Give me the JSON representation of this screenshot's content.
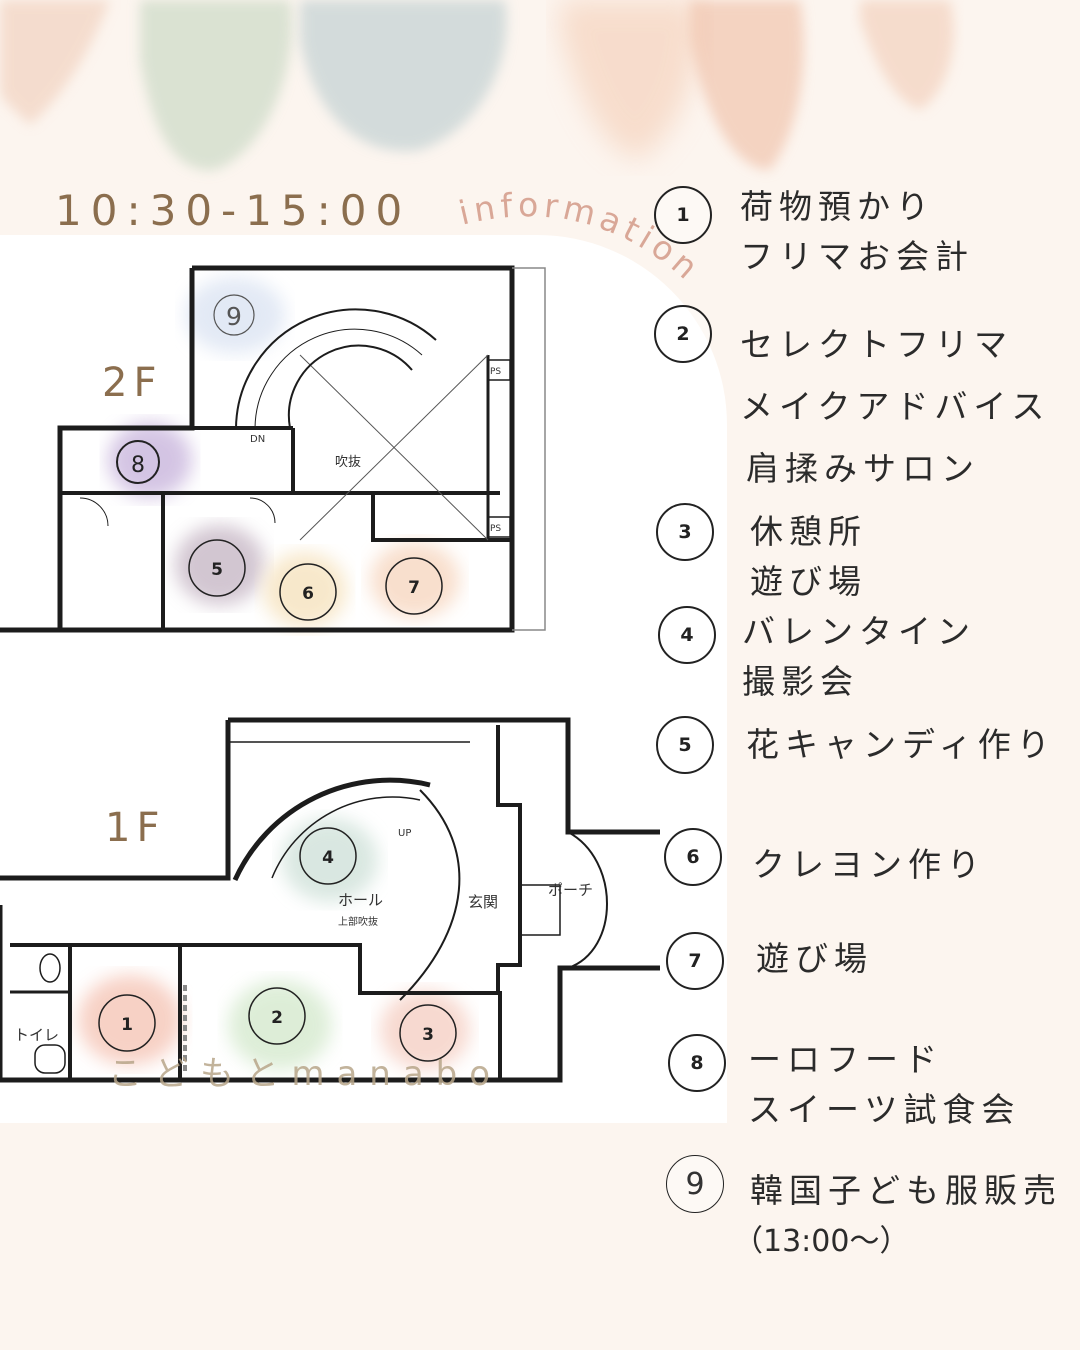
{
  "time": "10:30-15:00",
  "info_word": "information",
  "floors": {
    "second": "2F",
    "first": "1F"
  },
  "plan_labels": {
    "dn": "DN",
    "fukinuke": "吹抜",
    "ps": "PS",
    "up": "UP",
    "hall": "ホール",
    "hall_sub": "上部吹抜",
    "genkan": "玄関",
    "porch": "ポーチ",
    "toilet": "トイレ"
  },
  "plan_markers": [
    "1",
    "2",
    "3",
    "4",
    "5",
    "6",
    "7",
    "8",
    "9"
  ],
  "watermark": "こどもとmanabo",
  "legend": [
    {
      "num": "1",
      "lines": [
        "荷物預かり",
        "フリマお会計"
      ]
    },
    {
      "num": "2",
      "lines": [
        "セレクトフリマ",
        "メイクアドバイス",
        "肩揉みサロン"
      ]
    },
    {
      "num": "3",
      "lines": [
        "休憩所",
        "遊び場"
      ]
    },
    {
      "num": "4",
      "lines": [
        "バレンタイン",
        "撮影会"
      ]
    },
    {
      "num": "5",
      "lines": [
        "花キャンディ作り"
      ]
    },
    {
      "num": "6",
      "lines": [
        "クレヨン作り"
      ]
    },
    {
      "num": "7",
      "lines": [
        "遊び場"
      ]
    },
    {
      "num": "8",
      "lines": [
        "ーロフード",
        "スイーツ試食会"
      ]
    },
    {
      "num": "9",
      "lines": [
        "韓国子ども服販売"
      ],
      "note": "（13:00～）"
    }
  ],
  "colors": {
    "accent_brown": "#8b6e4e",
    "info_pink": "#d9a797",
    "background": "#fcf5ef"
  }
}
